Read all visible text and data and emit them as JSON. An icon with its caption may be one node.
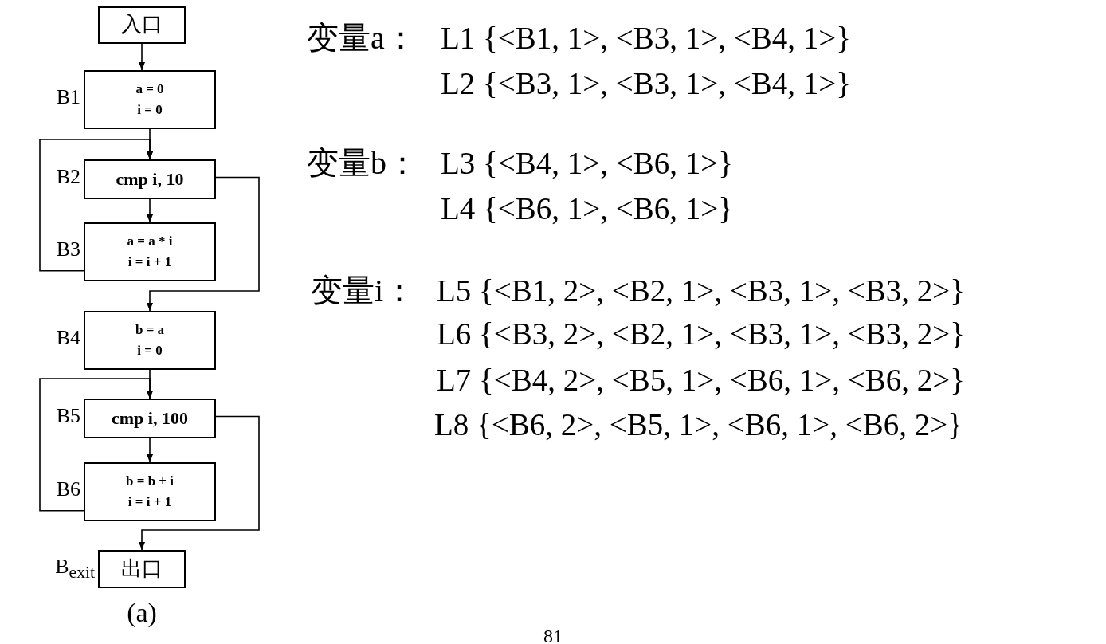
{
  "diagram": {
    "caption": "(a)",
    "nodes": [
      {
        "text": [
          "入口"
        ]
      },
      {
        "text": [
          "a = 0",
          "i = 0"
        ],
        "beside": [
          "B1"
        ]
      },
      {
        "text": [
          "cmp i, 10"
        ],
        "beside": [
          "B2"
        ]
      },
      {
        "text": [
          "a = a * i",
          "i = i + 1"
        ],
        "beside": [
          "B3"
        ]
      },
      {
        "text": [
          "b = a",
          "i = 0"
        ],
        "beside": [
          "B4"
        ]
      },
      {
        "text": [
          "cmp i, 100"
        ],
        "beside": [
          "B5"
        ]
      },
      {
        "text": [
          "b = b + i",
          "i = i + 1"
        ],
        "beside": [
          "B6"
        ]
      },
      {
        "text": [
          "出口"
        ],
        "beside": [
          "B$_{exit}$"
        ]
      }
    ],
    "edges": [
      {
        "from": 0,
        "to": 1,
        "arrow": "to"
      },
      {
        "from": 1,
        "to": 2,
        "arrow": "to"
      },
      {
        "from": 2,
        "to": 3,
        "arrow": "to"
      },
      {
        "from": 3,
        "to": 2,
        "arrow": "to"
      },
      {
        "from": 2,
        "to": 4,
        "arrow": "to"
      },
      {
        "from": 4,
        "to": 5,
        "arrow": "to"
      },
      {
        "from": 5,
        "to": 6,
        "arrow": "to"
      },
      {
        "from": 6,
        "to": 5,
        "arrow": "to"
      },
      {
        "from": 5,
        "to": 7,
        "arrow": "to"
      }
    ],
    "labels": [
      "变量a：",
      "L1 {<B1, 1>, <B3, 1>, <B4, 1>}",
      "L2 {<B3, 1>, <B3, 1>, <B4, 1>}",
      "变量b：",
      "L3 {<B4, 1>, <B6, 1>}",
      "L4 {<B6, 1>, <B6, 1>}",
      "变量i：",
      "L5 {<B1, 2>, <B2, 1>, <B3, 1>, <B3, 2>}",
      "L6 {<B3, 2>, <B2, 1>, <B3, 1>, <B3, 2>}",
      "L7 {<B4, 2>, <B5, 1>, <B6, 1>, <B6, 2>}",
      "L8 {<B6, 2>, <B5, 1>, <B6, 1>, <B6, 2>}",
      "81"
    ]
  }
}
